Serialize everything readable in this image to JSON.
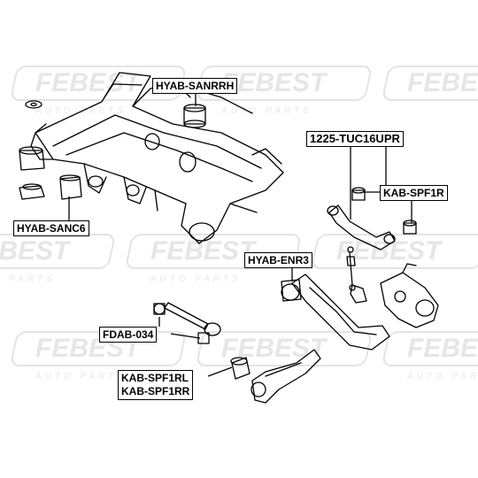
{
  "watermark": {
    "brand": "FEBEST",
    "sub": "AUTO PARTS",
    "color": "#e6e6e6"
  },
  "labels": {
    "hyab_sanrrh": "HYAB-SANRRH",
    "hyab_sanc6": "HYAB-SANC6",
    "tuc16upr": "1225-TUC16UPR",
    "kab_spf1r": "KAB-SPF1R",
    "hyab_enr3": "HYAB-ENR3",
    "fdab_034": "FDAB-034",
    "kab_spf1rl": "KAB-SPF1RL",
    "kab_spf1rr": "KAB-SPF1RR"
  }
}
